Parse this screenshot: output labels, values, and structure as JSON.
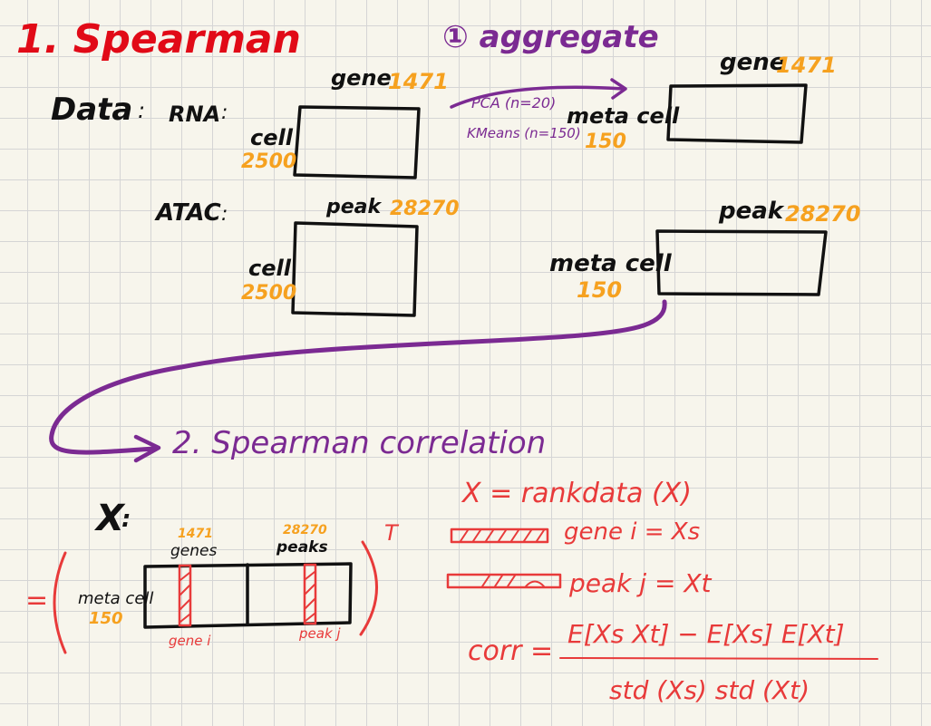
{
  "colors": {
    "ink": "#111111",
    "orange": "#f6a11f",
    "purple": "#7b2a92",
    "red": "#e83a3a",
    "paper": "#f7f5ec",
    "grid": "#d5d5d5"
  },
  "heading": "1. Spearman",
  "step1": "① aggregate",
  "data": {
    "label": "Data",
    "colon": ":",
    "rna": {
      "label": "RNA",
      "colon": ":",
      "col_label": "gene",
      "col_count": "1471",
      "row_label": "cell",
      "row_count": "2500"
    },
    "atac": {
      "label": "ATAC",
      "colon": ":",
      "col_label": "peak",
      "col_count": "28270",
      "row_label": "cell",
      "row_count": "2500"
    }
  },
  "aggregate": {
    "pca": "PCA (n=20)",
    "kmeans": "KMeans (n=150)",
    "rna_meta": {
      "col_label": "gene",
      "col_count": "1471",
      "row_label": "meta cell",
      "row_count": "150"
    },
    "atac_meta": {
      "col_label": "peak",
      "col_count": "28270",
      "row_label": "meta cell",
      "row_count": "150"
    }
  },
  "step2": "2. Spearman correlation",
  "matrix": {
    "label": "X",
    "colon": ":",
    "equals": "=",
    "genes_count": "1471",
    "genes_label": "genes",
    "peaks_count": "28270",
    "peaks_label": "peaks",
    "row_label": "meta cell",
    "row_count": "150",
    "gene_i": "gene i",
    "peak_j": "peak j",
    "transpose": "T"
  },
  "formula": {
    "rank": "X = rankdata (X)",
    "gene_line": "gene i = Xs",
    "peak_line": "peak j = Xt",
    "corr": "corr =",
    "numerator": "E[Xs Xt] − E[Xs] E[Xt]",
    "denominator": "std (Xs)  std (Xt)"
  }
}
